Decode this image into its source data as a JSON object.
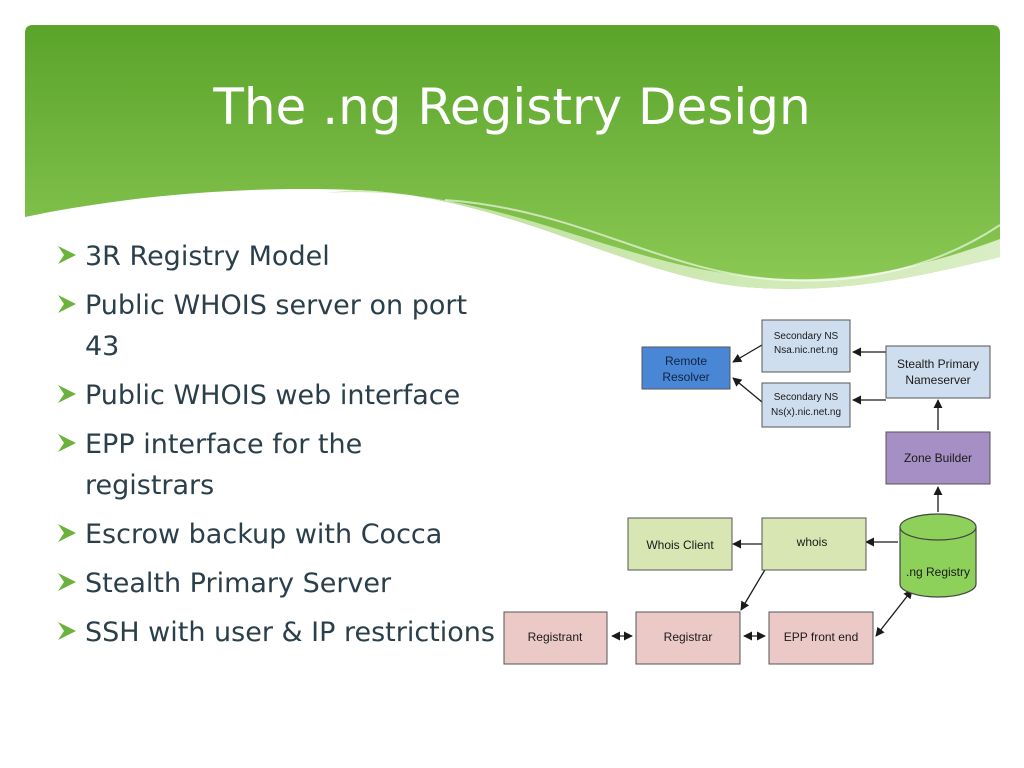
{
  "slide": {
    "title": "The .ng Registry Design",
    "theme": {
      "green_dark": "#62a92c",
      "green_light": "#9fd468",
      "text": "#2a3f4a"
    }
  },
  "bullets": [
    {
      "text": " 3R Registry Model"
    },
    {
      "text": "Public WHOIS server on port 43"
    },
    {
      "text": "Public WHOIS web interface"
    },
    {
      "text": " EPP interface for the registrars"
    },
    {
      "text": " Escrow backup with Cocca"
    },
    {
      "text": " Stealth Primary Server"
    },
    {
      "text": " SSH  with user & IP restrictions"
    }
  ],
  "diagram": {
    "nodes": {
      "remote_resolver": {
        "lines": [
          "Remote",
          "Resolver"
        ],
        "fill": "#4a86d6"
      },
      "secondary_ns_a": {
        "lines": [
          "Secondary NS",
          "Nsa.nic.net.ng"
        ],
        "fill": "#cfdeee"
      },
      "secondary_ns_x": {
        "lines": [
          "Secondary NS",
          "Ns(x).nic.net.ng"
        ],
        "fill": "#cfdeee"
      },
      "stealth_primary": {
        "lines": [
          "Stealth Primary",
          "Nameserver"
        ],
        "fill": "#cfdeee"
      },
      "zone_builder": {
        "lines": [
          "Zone Builder"
        ],
        "fill": "#a68fc4"
      },
      "whois_client": {
        "lines": [
          "Whois Client"
        ],
        "fill": "#d7e6b2"
      },
      "whois": {
        "lines": [
          "whois"
        ],
        "fill": "#d7e6b2"
      },
      "ng_registry": {
        "lines": [
          ".ng Registry"
        ],
        "fill": "#8ed15a"
      },
      "registrant": {
        "lines": [
          "Registrant"
        ],
        "fill": "#ebc9c7"
      },
      "registrar": {
        "lines": [
          "Registrar"
        ],
        "fill": "#ebc9c7"
      },
      "epp_front_end": {
        "lines": [
          "EPP front end"
        ],
        "fill": "#ebc9c7"
      }
    }
  }
}
